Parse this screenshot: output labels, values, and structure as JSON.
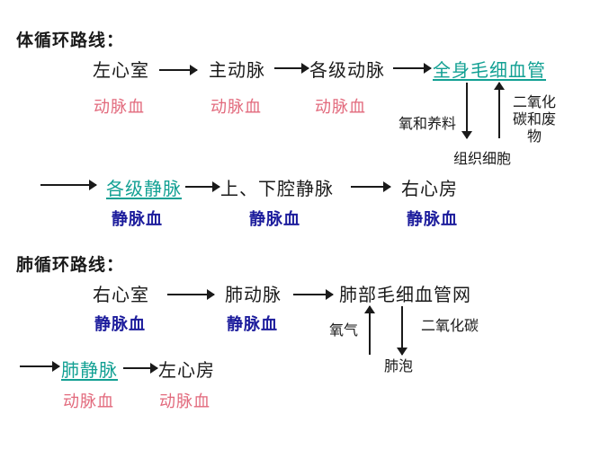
{
  "colors": {
    "background": "#ffffff",
    "text": "#1a1a1a",
    "teal": "#12a093",
    "arterial_red": "#e2697c",
    "venous_blue": "#1c1c9c"
  },
  "systemic": {
    "title": "体循环路线：",
    "row1": {
      "nodes": [
        {
          "label": "左心室",
          "blood": "动脉血",
          "style": "black"
        },
        {
          "label": "主动脉",
          "blood": "动脉血",
          "style": "black"
        },
        {
          "label": "各级动脉",
          "blood": "动脉血",
          "style": "black"
        },
        {
          "label": "全身毛细血管",
          "blood": "",
          "style": "teal"
        }
      ]
    },
    "exchange": {
      "left_label": "氧和养料",
      "right_label": "二氧化碳和废物",
      "target": "组织细胞",
      "left_arrow": "down",
      "right_arrow": "up"
    },
    "row2": {
      "nodes": [
        {
          "label": "各级静脉",
          "blood": "静脉血",
          "style": "teal"
        },
        {
          "label": "上、下腔静脉",
          "blood": "静脉血",
          "style": "black"
        },
        {
          "label": "右心房",
          "blood": "静脉血",
          "style": "black"
        }
      ]
    }
  },
  "pulmonary": {
    "title": "肺循环路线：",
    "row1": {
      "nodes": [
        {
          "label": "右心室",
          "blood": "静脉血",
          "style": "black"
        },
        {
          "label": "肺动脉",
          "blood": "静脉血",
          "style": "black"
        },
        {
          "label": "肺部毛细血管网",
          "blood": "",
          "style": "black"
        }
      ]
    },
    "exchange": {
      "left_label": "氧气",
      "right_label": "二氧化碳",
      "target": "肺泡",
      "left_arrow": "up",
      "right_arrow": "down"
    },
    "row2": {
      "nodes": [
        {
          "label": "肺静脉",
          "blood": "动脉血",
          "style": "teal"
        },
        {
          "label": "左心房",
          "blood": "动脉血",
          "style": "black"
        }
      ]
    }
  }
}
